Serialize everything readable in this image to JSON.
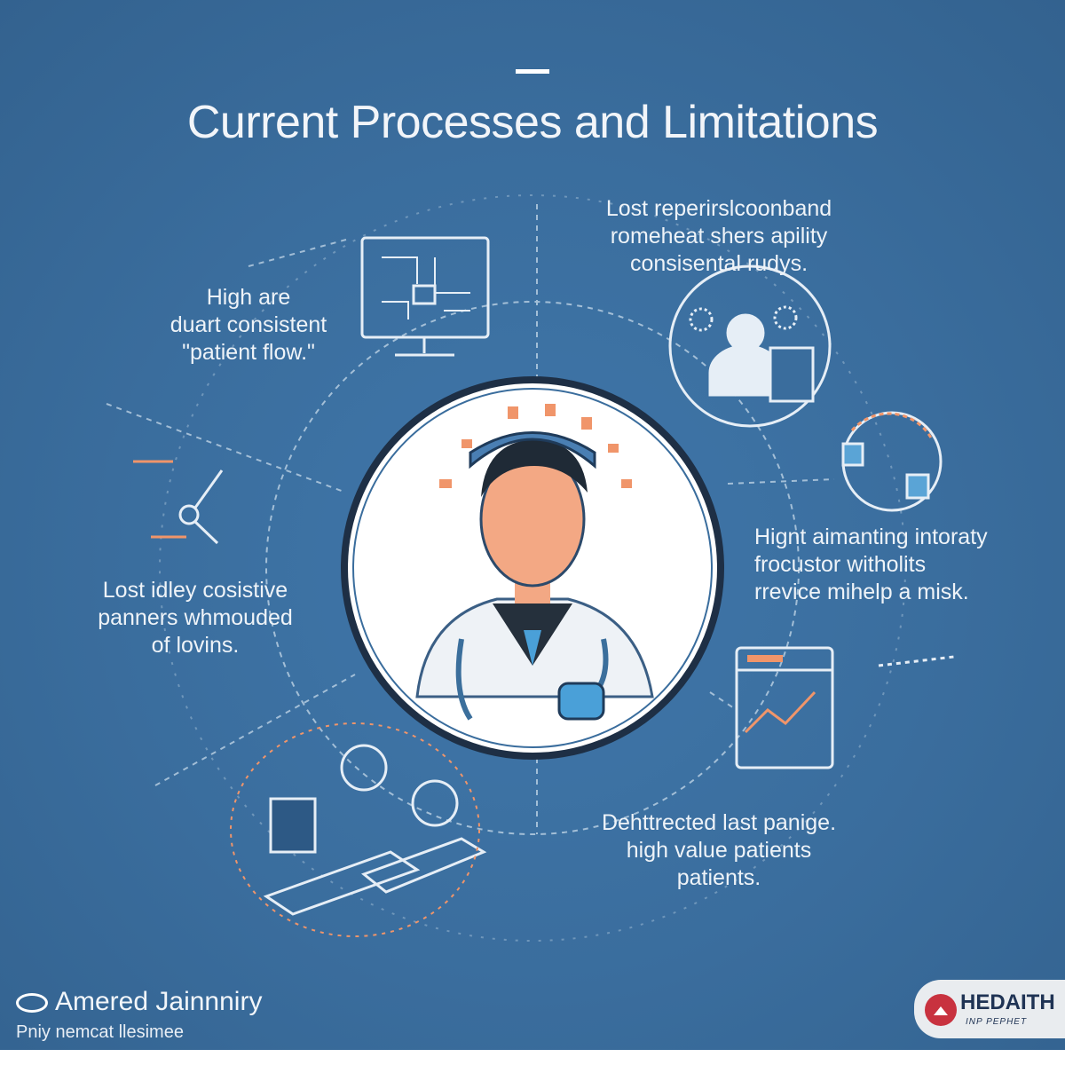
{
  "title": "Current Processes and Limitations",
  "callouts": {
    "top_left": [
      "High are",
      "duart consistent",
      "\"patient flow.\""
    ],
    "top_right": [
      "Lost reperirslcoonband",
      "romeheat shers apility",
      "consisental rudys."
    ],
    "mid_left": [
      "Lost idley cosistive",
      "panners whmouded",
      "of lovins."
    ],
    "mid_right": [
      "Hignt aimanting intoraty",
      "frocustor witholits",
      "rrevice mihelp a misk."
    ],
    "bottom_right": [
      "Dehttrected last panige.",
      "high value patients",
      "patients."
    ]
  },
  "footer": {
    "brand": "Amered Jainnniry",
    "tagline": "Pniy nemcat llesimee"
  },
  "badge": {
    "name": "HEDAITH",
    "subtitle": "INP PEPHET"
  },
  "colors": {
    "background": "#3a6f9f",
    "accent": "#f0956a",
    "badge_red": "#c8323f"
  }
}
